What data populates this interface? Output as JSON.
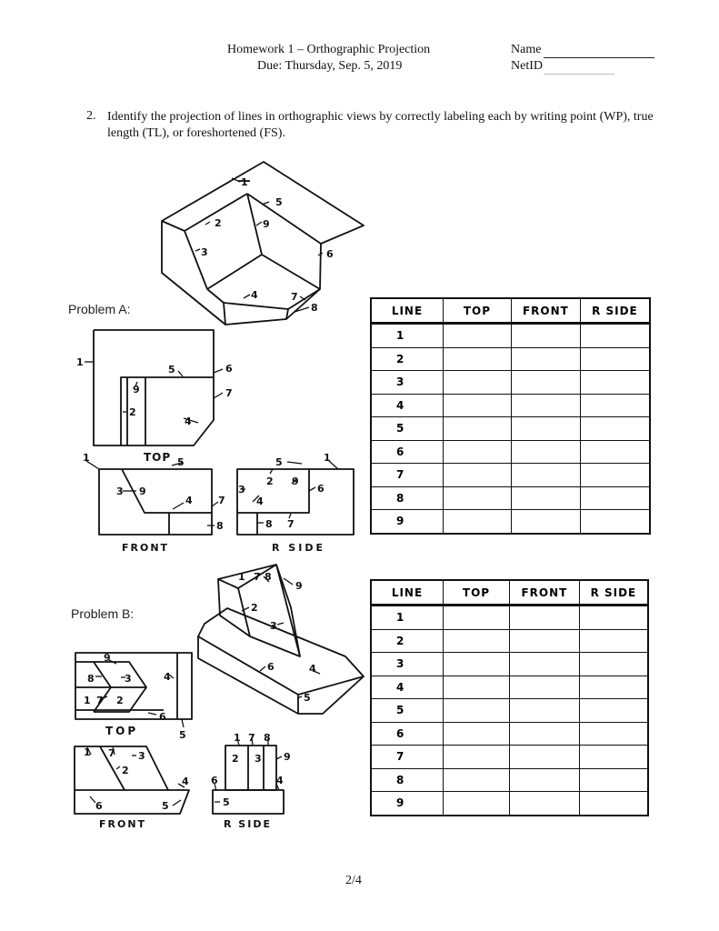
{
  "header": {
    "title": "Homework 1 – Orthographic Projection",
    "due": "Due: Thursday, Sep. 5, 2019",
    "name_label": "Name",
    "netid_label": "NetID"
  },
  "question": {
    "number": "2.",
    "text": "Identify the projection of lines in orthographic views by correctly labeling each by writing point (WP), true length (TL), or foreshortened (FS)."
  },
  "problem_a": {
    "label": "Problem A:",
    "view_labels": {
      "top": "TOP",
      "front": "FRONT",
      "rside": "R SIDE"
    },
    "table": {
      "headers": [
        "LINE",
        "TOP",
        "FRONT",
        "R SIDE"
      ],
      "lines": [
        "1",
        "2",
        "3",
        "4",
        "5",
        "6",
        "7",
        "8",
        "9"
      ]
    }
  },
  "problem_b": {
    "label": "Problem B:",
    "view_labels": {
      "top": "TOP",
      "front": "FRONT",
      "rside": "R SIDE"
    },
    "table": {
      "headers": [
        "LINE",
        "TOP",
        "FRONT",
        "R SIDE"
      ],
      "lines": [
        "1",
        "2",
        "3",
        "4",
        "5",
        "6",
        "7",
        "8",
        "9"
      ]
    }
  },
  "footer": {
    "page": "2/4"
  }
}
